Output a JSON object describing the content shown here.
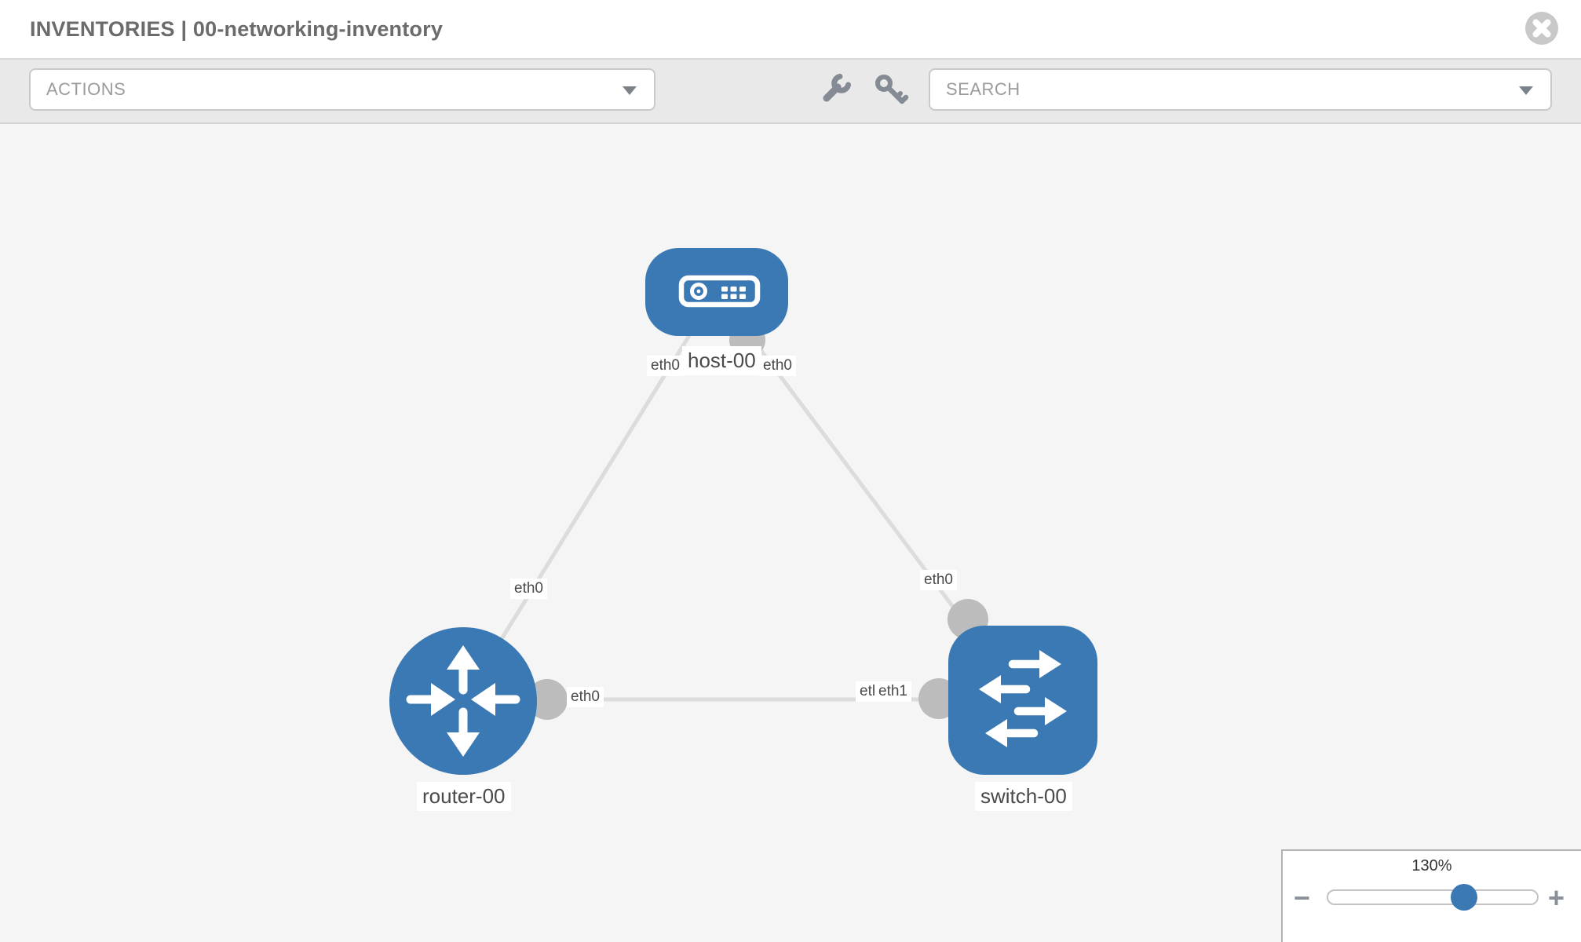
{
  "header": {
    "title": "INVENTORIES | 00-networking-inventory",
    "close_icon": "close-icon"
  },
  "toolbar": {
    "actions": {
      "label": "ACTIONS",
      "caret_icon": "chevron-down-icon"
    },
    "tools": [
      {
        "icon": "wrench-icon"
      },
      {
        "icon": "key-icon"
      }
    ],
    "search": {
      "label": "SEARCH",
      "caret_icon": "chevron-down-icon"
    }
  },
  "topology": {
    "nodes": [
      {
        "id": "host-00",
        "type": "host",
        "label": "host-00",
        "icon": "host-icon"
      },
      {
        "id": "router-00",
        "type": "router",
        "label": "router-00",
        "icon": "router-icon"
      },
      {
        "id": "switch-00",
        "type": "switch",
        "label": "switch-00",
        "icon": "switch-icon"
      }
    ],
    "links": [
      {
        "source": "host-00",
        "target": "router-00"
      },
      {
        "source": "host-00",
        "target": "switch-00"
      },
      {
        "source": "router-00",
        "target": "switch-00"
      }
    ],
    "interface_chips": [
      {
        "text": "eth0",
        "port_of": "host-00",
        "link_to": "router-00"
      },
      {
        "text": "eth0",
        "port_of": "host-00",
        "link_to": "switch-00"
      },
      {
        "text": "eth0",
        "port_of": "router-00",
        "link_to": "host-00"
      },
      {
        "text": "eth0",
        "port_of": "switch-00",
        "link_to": "host-00"
      },
      {
        "text": "eth0",
        "port_of": "router-00",
        "link_to": "switch-00"
      },
      {
        "text": "eth0",
        "port_of": "switch-00",
        "link_to": "router-00"
      },
      {
        "text": "eth1",
        "port_of": "switch-00",
        "link_to": "router-00"
      }
    ]
  },
  "zoom_control": {
    "value": "130%",
    "minus_label": "−",
    "plus_label": "+"
  },
  "colors": {
    "node_blue": "#3b79b4",
    "link_gray": "#dcdcdc",
    "endpoint_gray": "#bcbcbc",
    "canvas_bg": "#f5f5f5",
    "toolbar_bg": "#e9e9e9"
  }
}
